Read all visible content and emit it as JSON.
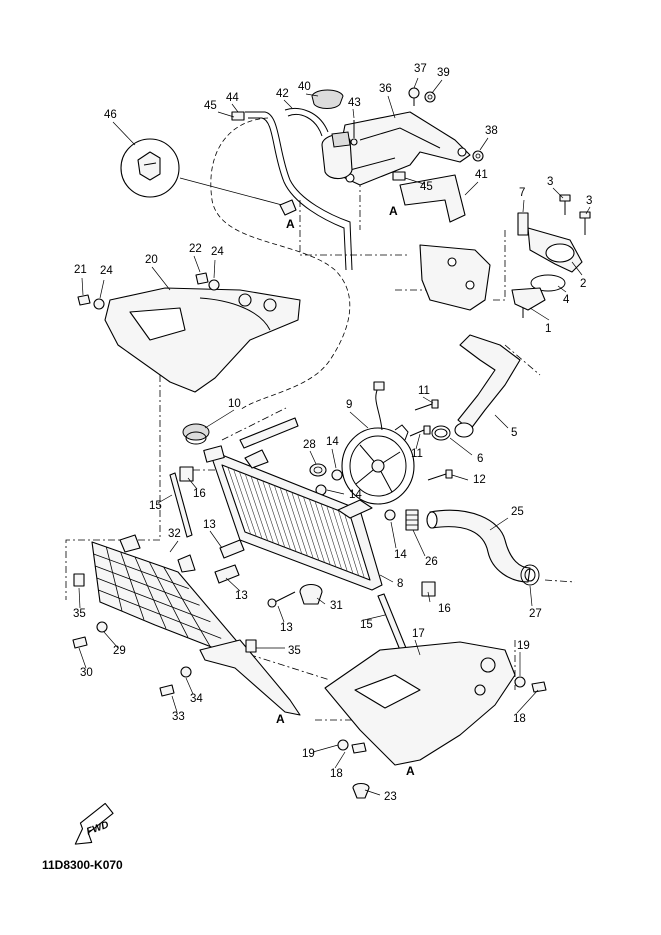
{
  "diagram_code": "11D8300-K070",
  "fwd_label": "FWD",
  "ref_mark": "A",
  "part_labels": {
    "p1": "1",
    "p2": "2",
    "p3a": "3",
    "p3b": "3",
    "p4": "4",
    "p5": "5",
    "p6": "6",
    "p7": "7",
    "p8": "8",
    "p9": "9",
    "p10": "10",
    "p11a": "11",
    "p11b": "11",
    "p12": "12",
    "p13a": "13",
    "p13b": "13",
    "p13c": "13",
    "p14a": "14",
    "p14b": "14",
    "p14c": "14",
    "p15a": "15",
    "p15b": "15",
    "p16a": "16",
    "p16b": "16",
    "p17": "17",
    "p18a": "18",
    "p18b": "18",
    "p19a": "19",
    "p19b": "19",
    "p20": "20",
    "p21": "21",
    "p22": "22",
    "p23": "23",
    "p24a": "24",
    "p24b": "24",
    "p25": "25",
    "p26": "26",
    "p27": "27",
    "p28": "28",
    "p29": "29",
    "p30": "30",
    "p31": "31",
    "p32": "32",
    "p33": "33",
    "p34": "34",
    "p35a": "35",
    "p35b": "35",
    "p36": "36",
    "p37": "37",
    "p38": "38",
    "p39": "39",
    "p40": "40",
    "p41": "41",
    "p42": "42",
    "p43": "43",
    "p44": "44",
    "p45a": "45",
    "p45b": "45",
    "p46": "46"
  }
}
